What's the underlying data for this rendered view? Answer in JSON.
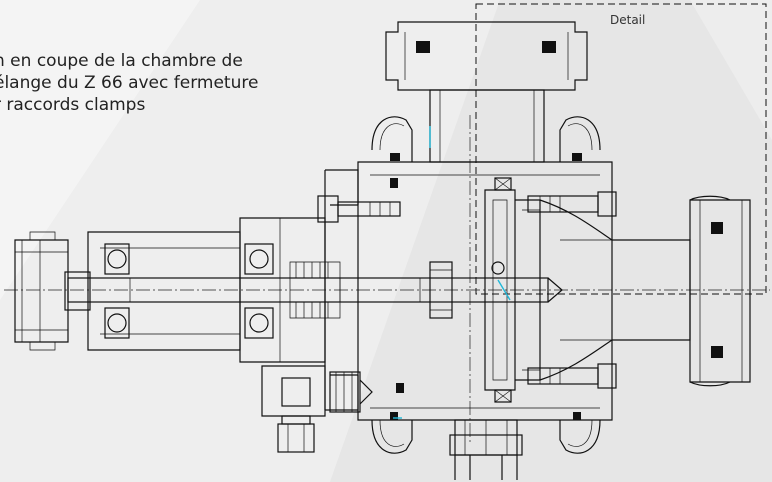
{
  "caption": {
    "line1": "n en coupe de la chambre de",
    "line2": "élange du Z 66 avec fermeture",
    "line3": "r raccords clamps"
  },
  "detail_label": "Detail",
  "colors": {
    "background": "#e9e9e9",
    "line": "#111111",
    "highlight": "#22b8d8"
  }
}
